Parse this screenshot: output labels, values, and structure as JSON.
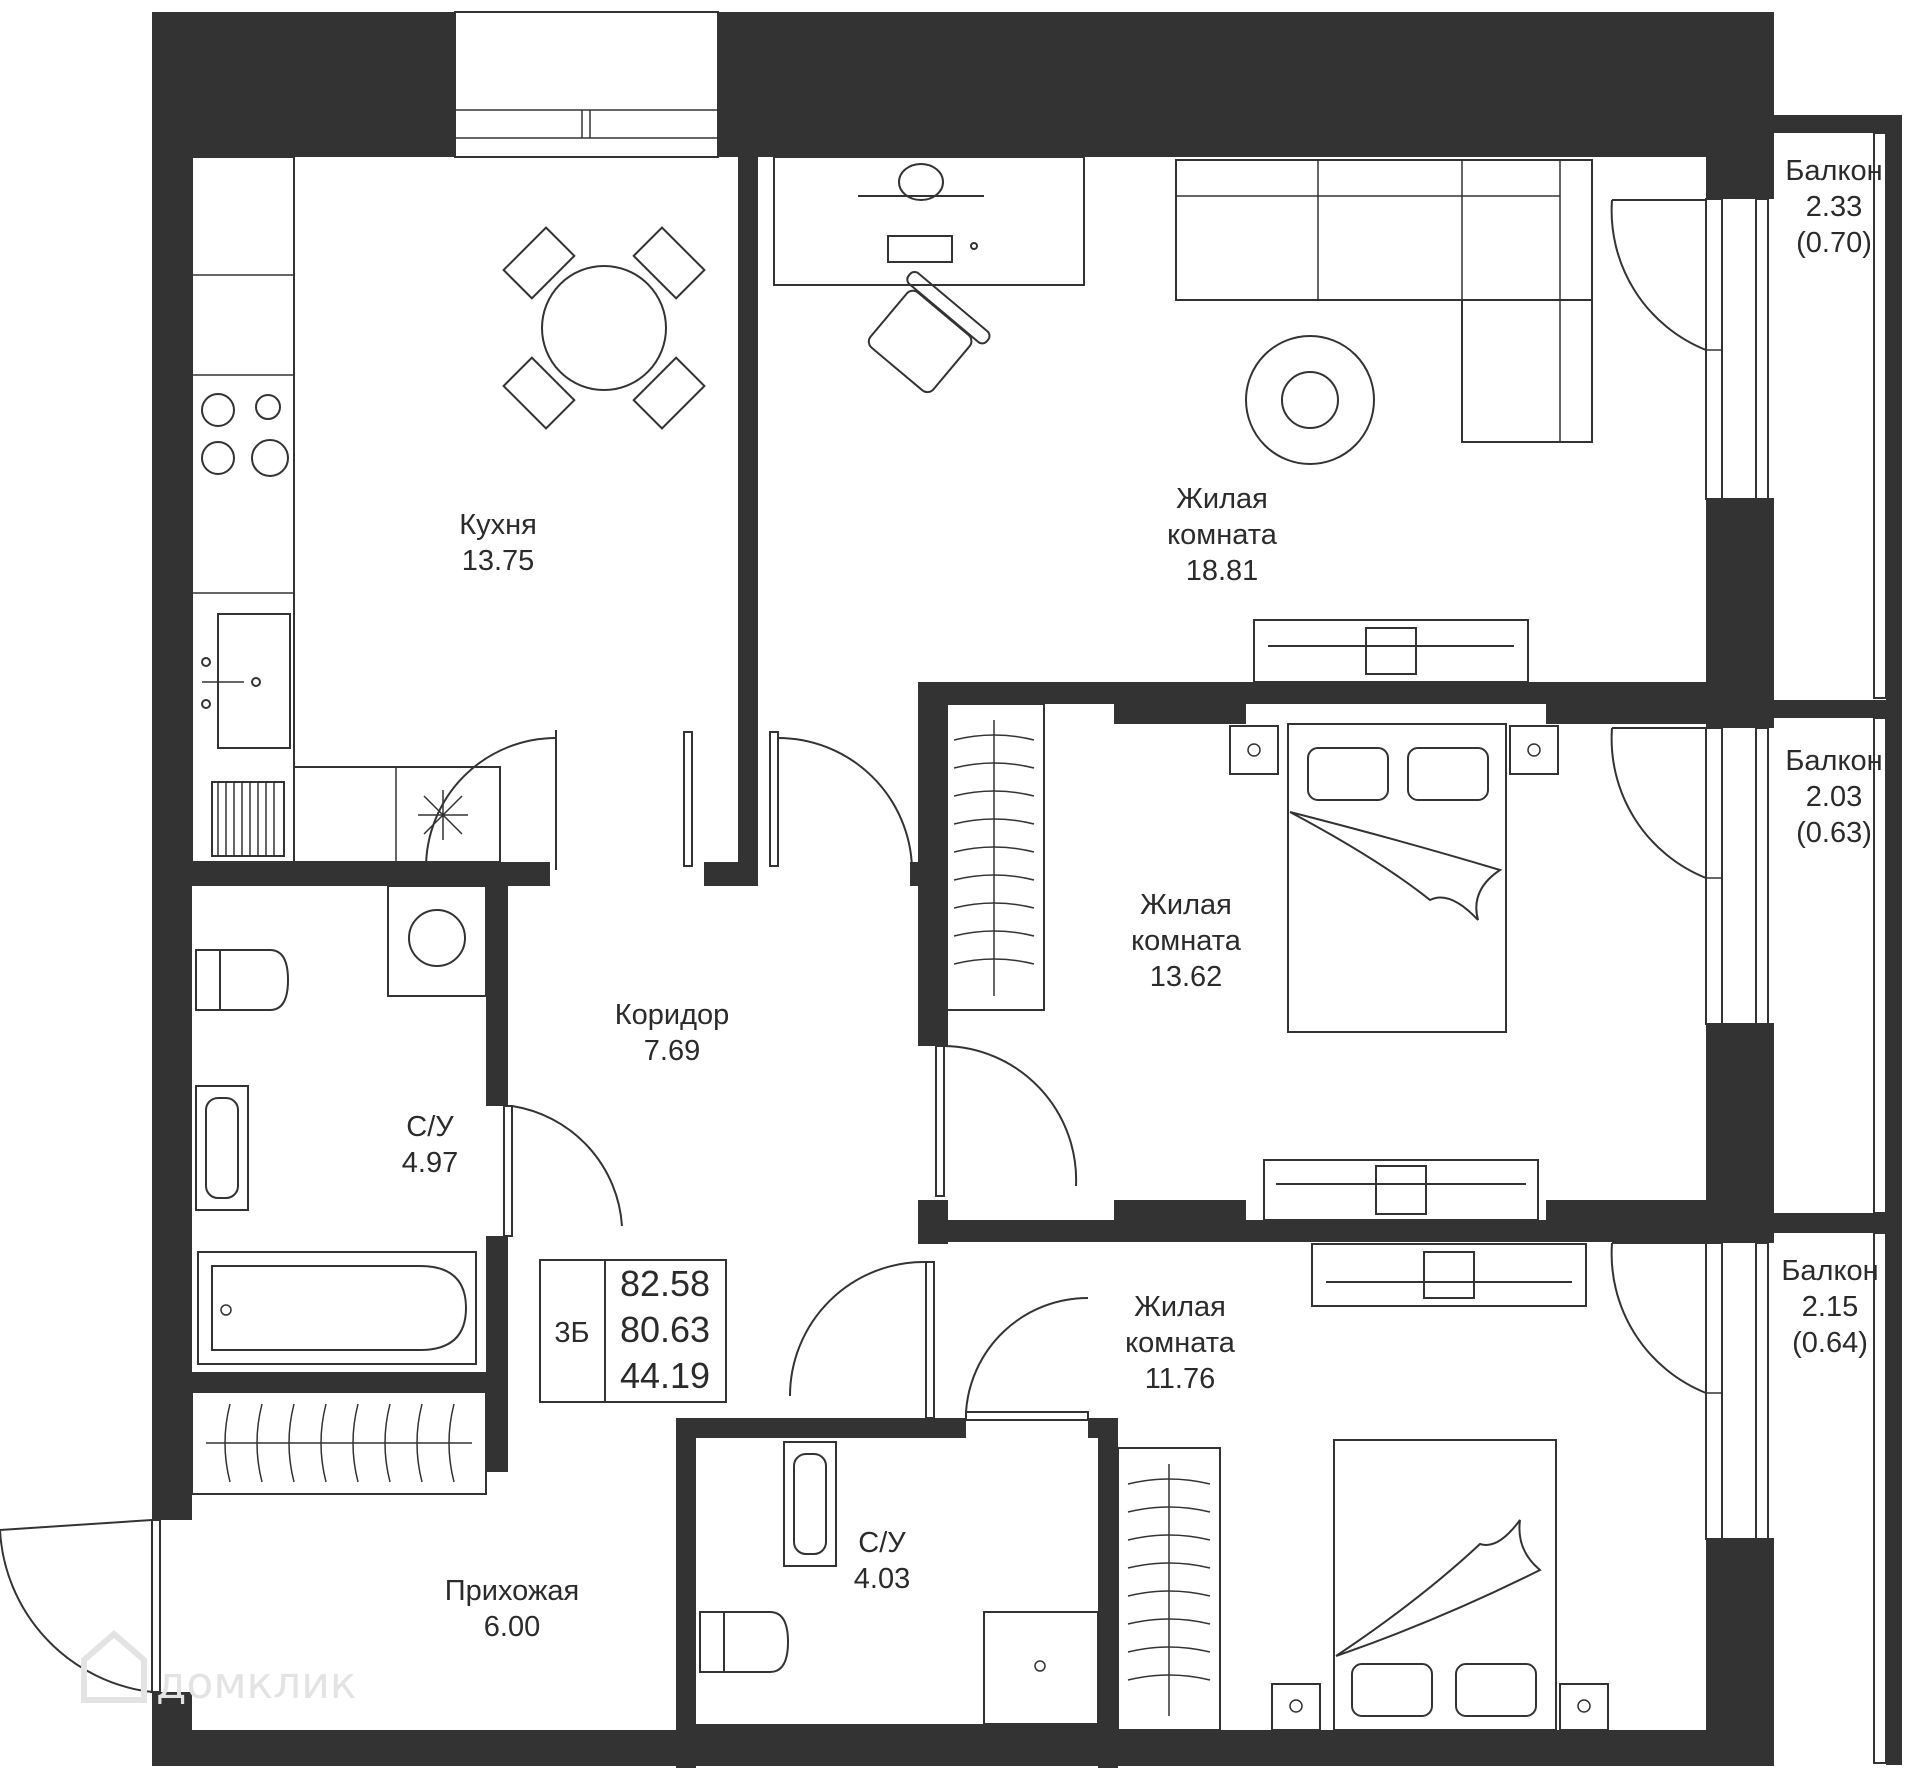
{
  "rooms": {
    "kitchen": {
      "name": "Кухня",
      "area": "13.75"
    },
    "living1": {
      "name1": "Жилая",
      "name2": "комната",
      "area": "18.81"
    },
    "living2": {
      "name1": "Жилая",
      "name2": "комната",
      "area": "13.62"
    },
    "living3": {
      "name1": "Жилая",
      "name2": "комната",
      "area": "11.76"
    },
    "corridor": {
      "name": "Коридор",
      "area": "7.69"
    },
    "bath1": {
      "name": "С/У",
      "area": "4.97"
    },
    "bath2": {
      "name": "С/У",
      "area": "4.03"
    },
    "hall": {
      "name": "Прихожая",
      "area": "6.00"
    }
  },
  "balconies": [
    {
      "name": "Балкон",
      "area": "2.33",
      "reduced": "(0.70)"
    },
    {
      "name": "Балкон",
      "area": "2.03",
      "reduced": "(0.63)"
    },
    {
      "name": "Балкон",
      "area": "2.15",
      "reduced": "(0.64)"
    }
  ],
  "summary": {
    "type": "3Б",
    "total": "82.58",
    "net": "80.63",
    "living": "44.19"
  },
  "watermark": "домклик"
}
